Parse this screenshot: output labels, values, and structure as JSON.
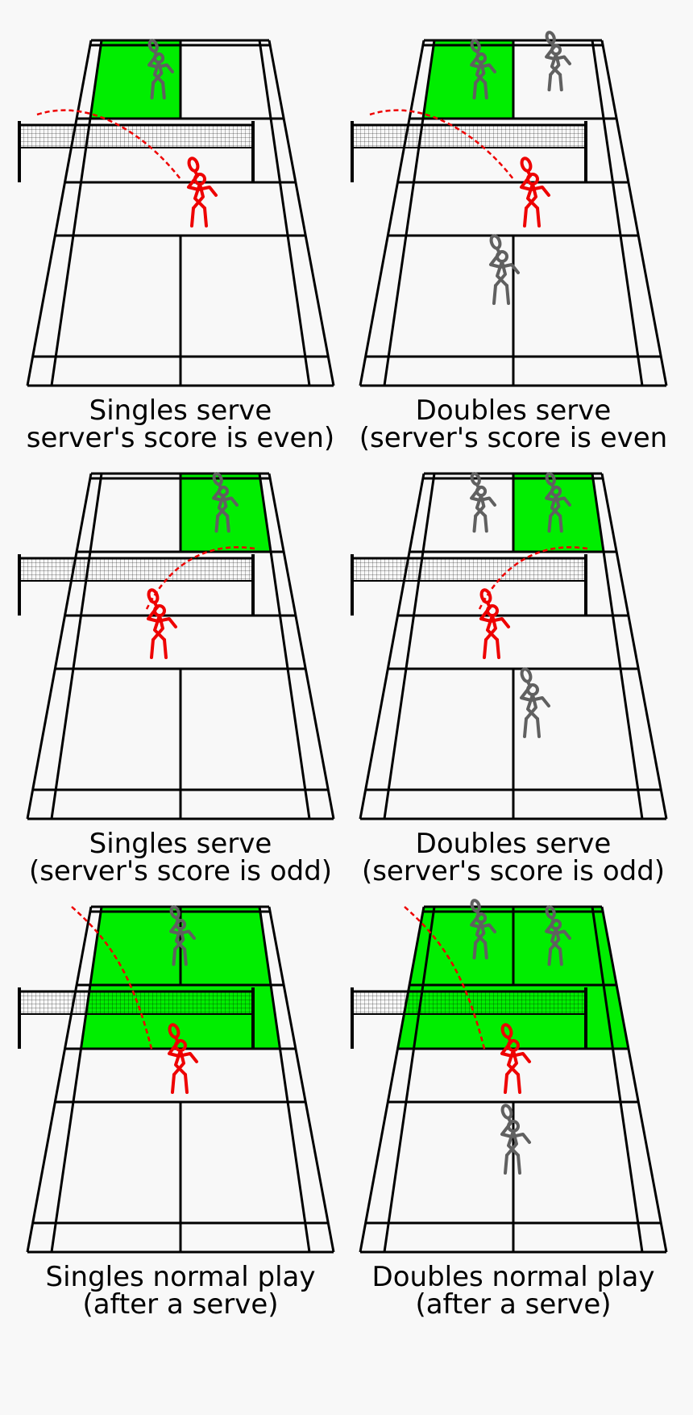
{
  "panels": [
    {
      "id": "singles-serve-even",
      "caption": [
        "Singles serve",
        "server's score is even)"
      ],
      "mode": "singles",
      "zone": "left-service",
      "players": [
        "opp-left"
      ],
      "partner": false,
      "shot": "serve-left"
    },
    {
      "id": "doubles-serve-even",
      "caption": [
        "Doubles serve",
        "(server's score is even"
      ],
      "mode": "doubles",
      "zone": "left-service",
      "players": [
        "opp-left",
        "opp-right"
      ],
      "partner": true,
      "shot": "serve-left"
    },
    {
      "id": "singles-serve-odd",
      "caption": [
        "Singles serve",
        "(server's score is odd)"
      ],
      "mode": "singles",
      "zone": "right-service",
      "players": [
        "opp-right"
      ],
      "partner": false,
      "shot": "serve-right"
    },
    {
      "id": "doubles-serve-odd",
      "caption": [
        "Doubles serve",
        "(server's score is odd)"
      ],
      "mode": "doubles",
      "zone": "right-service",
      "players": [
        "opp-left",
        "opp-right"
      ],
      "partner": true,
      "shot": "serve-right"
    },
    {
      "id": "singles-normal-play",
      "caption": [
        "Singles normal play",
        "(after a serve)"
      ],
      "mode": "singles",
      "zone": "whole-singles",
      "players": [
        "opp-center"
      ],
      "partner": false,
      "shot": "deep"
    },
    {
      "id": "doubles-normal-play",
      "caption": [
        "Doubles normal play",
        "(after a serve)"
      ],
      "mode": "doubles",
      "zone": "whole-doubles",
      "players": [
        "opp-left",
        "opp-right"
      ],
      "partner": true,
      "shot": "deep"
    }
  ],
  "colors": {
    "valid_area": "#00ee00",
    "server": "#ee0000",
    "other_players": "#606060",
    "court_lines": "#000000",
    "background": "#f8f8f8"
  }
}
